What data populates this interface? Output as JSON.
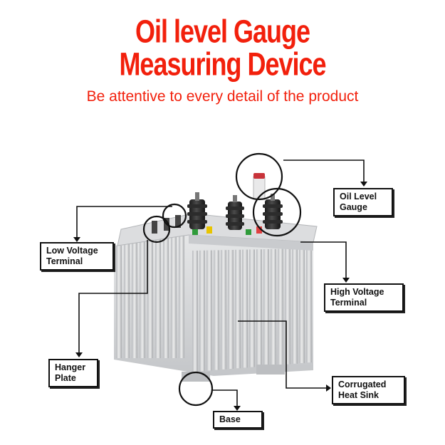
{
  "title": {
    "line1": "Oil level Gauge",
    "line2": "Measuring Device"
  },
  "subtitle": "Be attentive to every detail of the product",
  "labels": {
    "oil_level_gauge": {
      "line1": "Oil Level",
      "line2": "Gauge"
    },
    "low_voltage_terminal": {
      "line1": "Low Voltage",
      "line2": "Terminal"
    },
    "high_voltage_terminal": {
      "line1": "High Voltage",
      "line2": "Terminal"
    },
    "hanger_plate": {
      "line1": "Hanger",
      "line2": "Plate"
    },
    "corrugated_heat_sink": {
      "line1": "Corrugated",
      "line2": "Heat Sink"
    },
    "base": {
      "line1": "Base"
    }
  },
  "colors": {
    "title": "#f2200c",
    "tank": "#d9dadc",
    "bushing": "#2a2a2a",
    "gauge_cap": "#c8333a"
  }
}
